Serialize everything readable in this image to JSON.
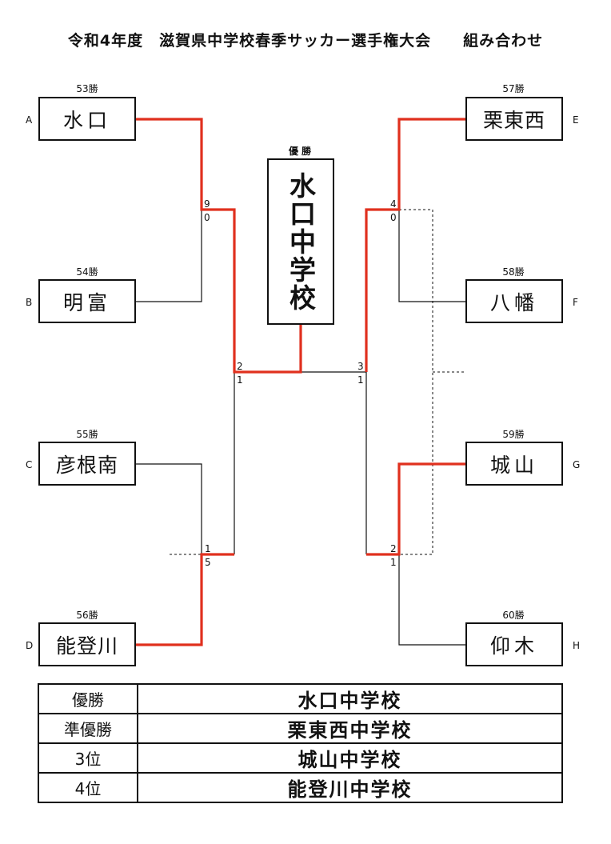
{
  "title": "令和4年度　滋賀県中学校春季サッカー選手権大会　　組み合わせ",
  "teams": {
    "a": {
      "slot": "A",
      "seed": "53勝",
      "name": "水口"
    },
    "b": {
      "slot": "B",
      "seed": "54勝",
      "name": "明富"
    },
    "c": {
      "slot": "C",
      "seed": "55勝",
      "name": "彦根南"
    },
    "d": {
      "slot": "D",
      "seed": "56勝",
      "name": "能登川"
    },
    "e": {
      "slot": "E",
      "seed": "57勝",
      "name": "栗東西"
    },
    "f": {
      "slot": "F",
      "seed": "58勝",
      "name": "八幡"
    },
    "g": {
      "slot": "G",
      "seed": "59勝",
      "name": "城山"
    },
    "h": {
      "slot": "H",
      "seed": "60勝",
      "name": "仰木"
    }
  },
  "scores": {
    "ab_top": "9",
    "ab_bot": "0",
    "cd_top": "1",
    "cd_bot": "5",
    "ef_top": "4",
    "ef_bot": "0",
    "gh_top": "2",
    "gh_bot": "1",
    "sf_left_top": "2",
    "sf_left_bot": "1",
    "sf_right_top": "3",
    "sf_right_bot": "1"
  },
  "champion": {
    "label": "優勝",
    "name": "水口中学校"
  },
  "results": [
    {
      "rank": "優勝",
      "school": "水口中学校"
    },
    {
      "rank": "準優勝",
      "school": "栗東西中学校"
    },
    {
      "rank": "3位",
      "school": "城山中学校"
    },
    {
      "rank": "4位",
      "school": "能登川中学校"
    }
  ],
  "colors": {
    "winner_line": "#e0301e",
    "line": "#111111"
  }
}
